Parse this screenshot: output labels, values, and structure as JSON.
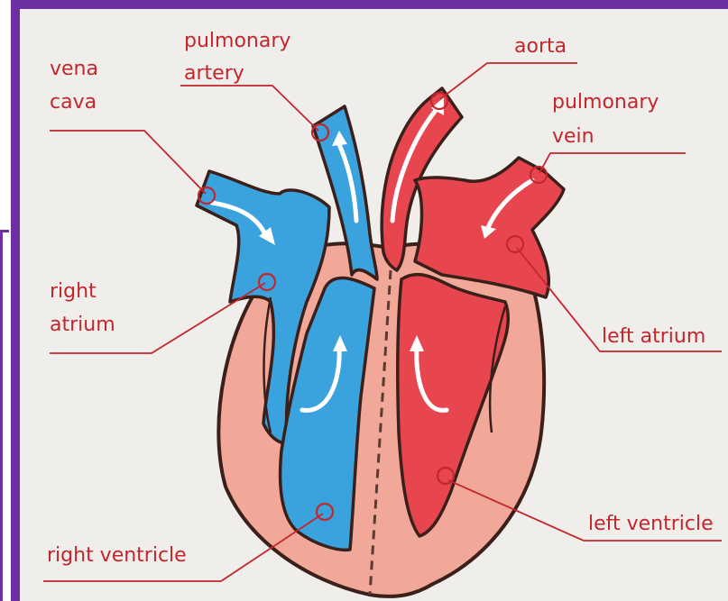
{
  "labels": {
    "vena_cava_line1": "vena",
    "vena_cava_line2": "cava",
    "pulmonary_artery_line1": "pulmonary",
    "pulmonary_artery_line2": "artery",
    "aorta": "aorta",
    "pulmonary_vein_line1": "pulmonary",
    "pulmonary_vein_line2": "vein",
    "right_atrium_line1": "right",
    "right_atrium_line2": "atrium",
    "left_atrium": "left atrium",
    "left_ventricle": "left ventricle",
    "right_ventricle": "right ventricle"
  },
  "colors": {
    "frame": "#6e2fa0",
    "background": "#efeeeb",
    "label_text": "#c3262d",
    "deoxygenated_blood": "#3aa2dc",
    "oxygenated_blood": "#e8464f",
    "heart_wall": "#f1a898",
    "outline": "#3a1f1a"
  }
}
